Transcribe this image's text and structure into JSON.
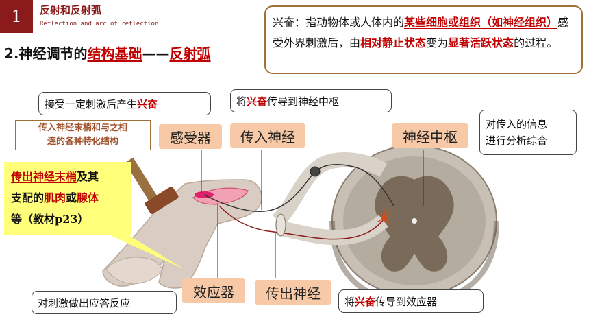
{
  "section": {
    "number": "1",
    "title": "反射和反射弧",
    "subtitle": "Reflection and arc of reflection"
  },
  "heading": {
    "prefix": "2.神经调节的",
    "key1": "结构基础",
    "dash": "——",
    "key2": "反射弧"
  },
  "definition": {
    "p1": "兴奋：指动物体或人体内的",
    "h1": "某些细胞或组织（如神经组织）",
    "p2": "感受外界刺激后，由",
    "h2": "相对静止状态",
    "p3": "变为",
    "h3": "显著活跃状态",
    "p4": "的过程。"
  },
  "notes": {
    "receive_prefix": "接受一定刺激后产生",
    "receive_hl": "兴奋",
    "conduct_in_prefix": "将",
    "conduct_in_hl": "兴奋",
    "conduct_in_suffix": "传导到神经中枢",
    "analyze_line1": "对传入的信息",
    "analyze_line2": "进行分析综合",
    "respond": "对刺激做出应答反应",
    "conduct_out_prefix": "将",
    "conduct_out_hl": "兴奋",
    "conduct_out_suffix": "传导到效应器"
  },
  "labels": {
    "receptor": "感受器",
    "afferent": "传入神经",
    "center": "神经中枢",
    "effector": "效应器",
    "efferent": "传出神经"
  },
  "receptor_desc": {
    "line1": "传入神经末梢和与之相",
    "line2": "连的各种特化结构"
  },
  "effector_desc": {
    "r1": "传出神经末梢",
    "t1": "及其",
    "t2": "支配的",
    "r2": "肌肉",
    "t3": "或",
    "r3": "腺体",
    "t4": "等（教材p23）"
  },
  "colors": {
    "accent": "#8b1a1a",
    "highlight": "#c00000",
    "label_bg": "#f7c9a6",
    "note_yellow": "#ffff7a"
  }
}
